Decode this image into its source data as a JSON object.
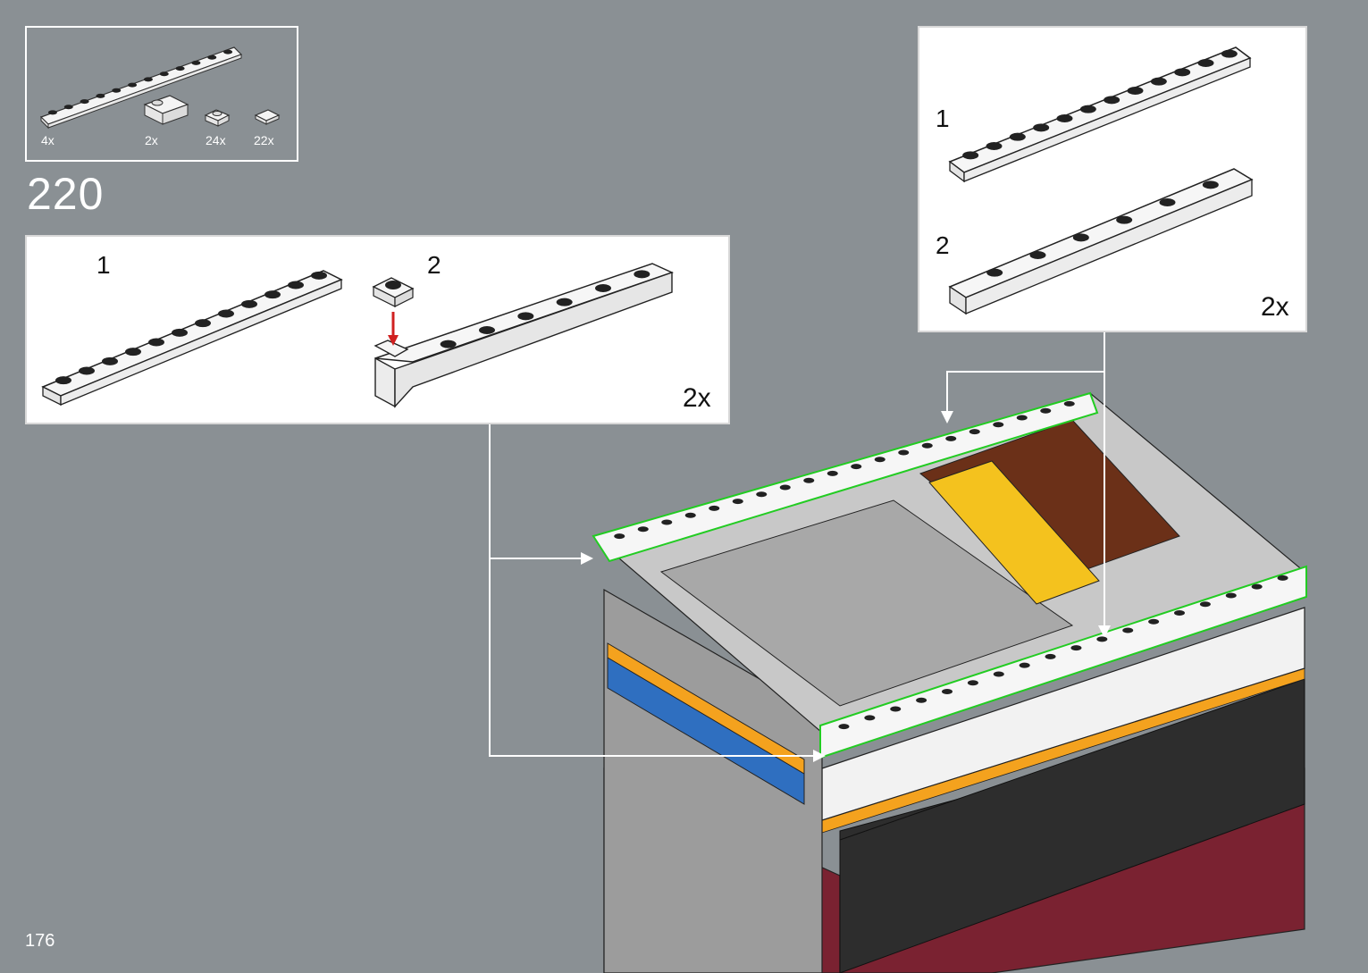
{
  "inventory": {
    "items": [
      {
        "qty": "4x",
        "icon": "plate-1x12-white-icon"
      },
      {
        "qty": "2x",
        "icon": "slope-brick-white-icon"
      },
      {
        "qty": "24x",
        "icon": "plate-1x1-white-icon"
      },
      {
        "qty": "22x",
        "icon": "tile-1x1-white-icon"
      }
    ]
  },
  "step": {
    "number": "220"
  },
  "left_panel": {
    "sub1": "1",
    "sub2": "2",
    "multiplier": "2x"
  },
  "right_panel": {
    "sub1": "1",
    "sub2": "2",
    "multiplier": "2x"
  },
  "page": {
    "number": "176"
  },
  "colors": {
    "background": "#8a9094",
    "highlight": "#22cc22",
    "arrow": "#d02020",
    "hull_red": "#7a2231",
    "hull_black": "#2d2d2d",
    "accent_orange": "#f4a21e"
  }
}
